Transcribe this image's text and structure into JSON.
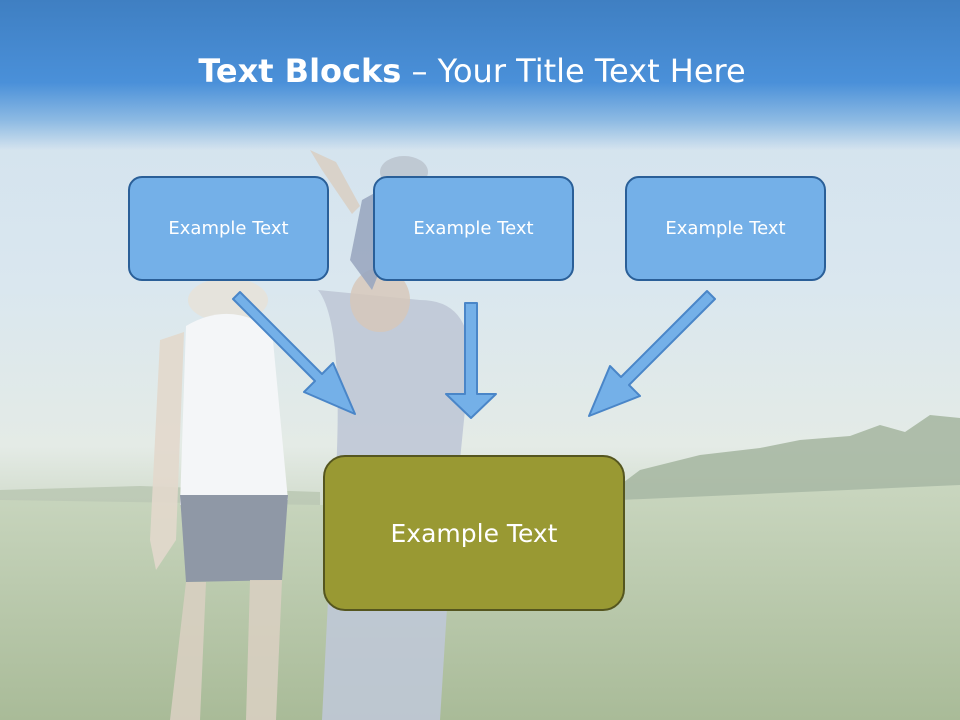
{
  "title": {
    "bold": "Text Blocks",
    "rest": " – Your Title Text Here"
  },
  "boxes": [
    {
      "label": "Example Text"
    },
    {
      "label": "Example Text"
    },
    {
      "label": "Example Text"
    }
  ],
  "target": {
    "label": "Example Text"
  },
  "colors": {
    "header": "#4a90d9",
    "box_fill": "#74b0e8",
    "box_border": "#2a5f98",
    "target_fill": "#999933",
    "target_border": "#55561f",
    "arrow_fill": "#74b0e8"
  },
  "background": {
    "photo": "family-in-meadow"
  }
}
